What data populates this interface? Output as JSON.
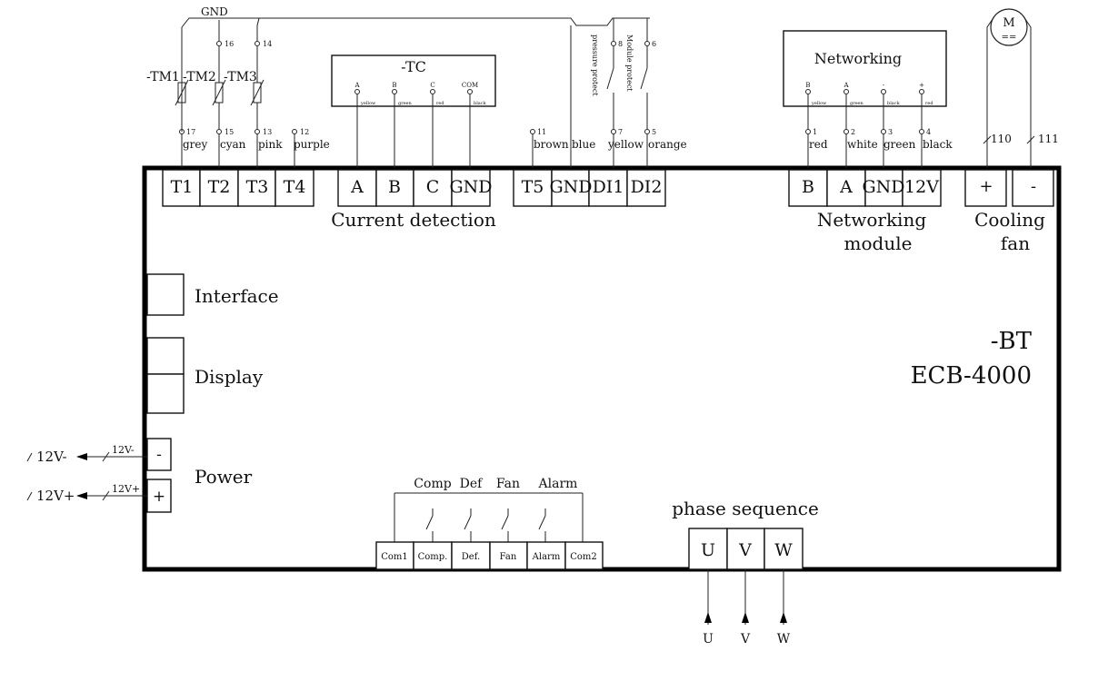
{
  "board": {
    "ref": "-BT",
    "model": "ECB-4000"
  },
  "wiring": {
    "gnd": "GND",
    "thermistors": [
      "-TM1",
      "-TM2",
      "-TM3"
    ],
    "pins_top": [
      "16",
      "14",
      "8",
      "6"
    ],
    "pins_bottom": [
      {
        "num": "17",
        "color": "grey"
      },
      {
        "num": "15",
        "color": "cyan"
      },
      {
        "num": "13",
        "color": "pink"
      },
      {
        "num": "12",
        "color": "purple"
      },
      {
        "num": "11",
        "color": "brown"
      },
      {
        "blue": "blue"
      },
      {
        "num": "7",
        "color": "yellow"
      },
      {
        "num": "5",
        "color": "orange"
      }
    ],
    "pressure_protect": "pressure protect",
    "module_protect": "Module protect"
  },
  "tc": {
    "title": "-TC",
    "pins": [
      {
        "name": "A",
        "color": "yellow"
      },
      {
        "name": "B",
        "color": "green"
      },
      {
        "name": "C",
        "color": "red"
      },
      {
        "name": "COM",
        "color": "black"
      }
    ]
  },
  "networking": {
    "title": "Networking",
    "pins": [
      {
        "name": "B",
        "color": "yellow",
        "num": "1",
        "wire": "red"
      },
      {
        "name": "A",
        "color": "green",
        "num": "2",
        "wire": "white"
      },
      {
        "name": "-",
        "color": "black",
        "num": "3",
        "wire": "green"
      },
      {
        "name": "+",
        "color": "red",
        "num": "4",
        "wire": "black"
      }
    ]
  },
  "fan": {
    "motor": "M",
    "motor_sub": "==",
    "wires": [
      "110",
      "111"
    ]
  },
  "terminals": {
    "temp": [
      "T1",
      "T2",
      "T3",
      "T4"
    ],
    "current": [
      "A",
      "B",
      "C",
      "GND"
    ],
    "inputs": [
      "T5",
      "GND",
      "DI1",
      "DI2"
    ],
    "network": [
      "B",
      "A",
      "GND",
      "12V"
    ],
    "fan": [
      "+",
      "-"
    ]
  },
  "labels": {
    "current_detection": "Current detection",
    "networking_module_1": "Networking",
    "networking_module_2": "module",
    "cooling_fan_1": "Cooling",
    "cooling_fan_2": "fan",
    "interface": "Interface",
    "display": "Display",
    "power": "Power",
    "phase_sequence": "phase sequence"
  },
  "power": {
    "minus_sign": "-",
    "plus_sign": "+",
    "minus_wire": "12V-",
    "plus_wire": "12V+",
    "minus_ext": "12V-",
    "plus_ext": "12V+"
  },
  "relays": {
    "top_labels": [
      "Comp",
      "Def",
      "Fan",
      "Alarm"
    ],
    "terminals": [
      "Com1",
      "Comp.",
      "Def.",
      "Fan",
      "Alarm",
      "Com2"
    ]
  },
  "phase": {
    "terminals": [
      "U",
      "V",
      "W"
    ],
    "wires": [
      "U",
      "V",
      "W"
    ]
  }
}
